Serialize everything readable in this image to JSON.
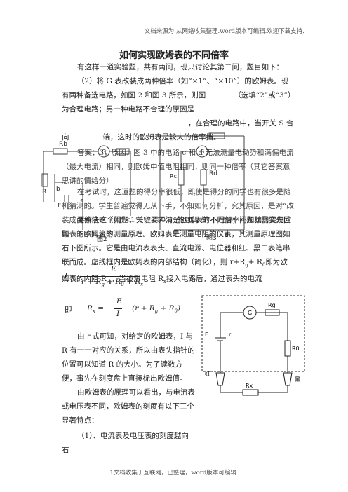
{
  "header": {
    "text": "文档来源为:从网络收集整理.word版本可编辑.欢迎下载支持."
  },
  "footer": {
    "text": "1文档收集于互联网，已整理，word版本可编辑."
  },
  "title": "如何实现欧姆表的不同倍率",
  "intro": "有这样一道实验题，共有两问，现只讨论其第二问，题目如下：",
  "question": {
    "part1": "（2）将 G 表改装成两种倍率（如“×1”、“×10”）的欧姆表。现有两种备选电路，如图 2 和图 3 所示，则图",
    "part2": "（选填“2”或“3”）为合理电路；另一种电路不合理的原因是",
    "part3": "，在合理的电路中，当开关 S 合向",
    "part4": "端，这时的欧姆表是较大的倍率挡。"
  },
  "answer": "答案：3；原因：图 3 中的电路 c 和 d 无法测量电动势和满偏电流（最大电流）相同，则欧姆中值电阻相同，则同一种倍率（其它答案意思讲酌情给分）",
  "para_exam": "在考试时，这道题的得分率很低，即使是得分的同学也有很多是随机猜测的。学生普遍觉得无从下手，不知如何分析，究其原因，是对“改装成两种倍率（如“×1”、“×10”）的欧姆表”不理解，不知如何实现欧姆表的不同倍率。",
  "para_principle_a": "要解决这个问题，关键要弄清楚欧姆表的不同倍率问题就需要先回顾一下欧姆表的测量原理。欧姆表是测量电阻的仪表，其测量原理图如右下图所示。它是由电流表表头、直流电源、电位器和红、黑二表笔串联而成。虚线框内是欧姆表的内部结构（简化），则 r+R",
  "para_principle_b": "+ R",
  "para_principle_c": "即为欧姆表的内阻 R",
  "para_principle_d": "，当被测电阻 R",
  "para_principle_e": "接入电路后，通过表头的电流",
  "formula1": {
    "lhs": "I =",
    "num": "E",
    "den": "r + R",
    "den_rest": " + R",
    "den_rest2": " + R"
  },
  "formula2": {
    "lead": "即",
    "lhs": "R",
    "eq": " = ",
    "num": "E",
    "den": "I",
    "rest": " − (r + R",
    "rest2": " + R",
    "rest3": ")"
  },
  "para_analysis": "由上式可知，对给定的欧姆表，I 与 R 有一一对应的关系，所以由表头指针的位置可以知道 R 的大小。为了读数方便，事先在刻度盘上直接标出欧姆值。",
  "para_scale": "由欧姆表的原理可以看出，与电流表或电压表不同，欧姆表的刻度有以下三个显著特点：",
  "para_point1": "（1）、电流表及电压表的刻度越向右",
  "fig2": {
    "label": "图2",
    "labels": [
      "Rb",
      "R",
      "b",
      "G",
      "E",
      "S",
      "a"
    ]
  },
  "fig3": {
    "label": "图3",
    "labels": [
      "Rb",
      "G",
      "Rc",
      "Ra",
      "Rd",
      "c",
      "d"
    ]
  },
  "fig_ohm": {
    "labels": [
      "G",
      "Rg",
      "E",
      "r",
      "R0",
      "红",
      "黑",
      "Rx"
    ]
  }
}
